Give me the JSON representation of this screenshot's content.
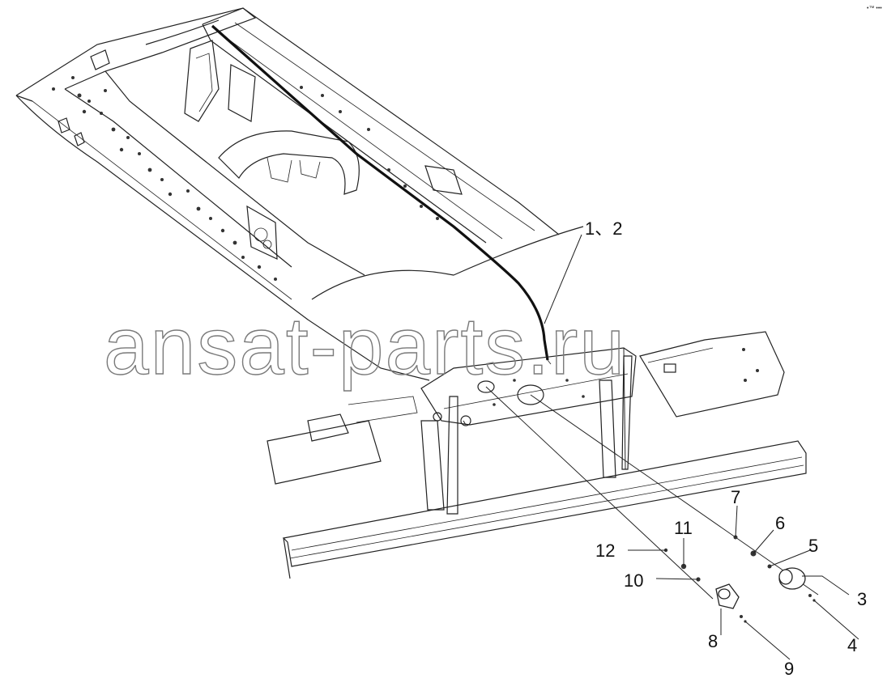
{
  "diagram": {
    "corner_mark": "•™ •••",
    "watermark": "ansat-parts.ru",
    "callouts": [
      {
        "id": "c1",
        "text": "1、2"
      },
      {
        "id": "c3",
        "text": "3"
      },
      {
        "id": "c4",
        "text": "4"
      },
      {
        "id": "c5",
        "text": "5"
      },
      {
        "id": "c6",
        "text": "6"
      },
      {
        "id": "c7",
        "text": "7"
      },
      {
        "id": "c8",
        "text": "8"
      },
      {
        "id": "c9",
        "text": "9"
      },
      {
        "id": "c10",
        "text": "10"
      },
      {
        "id": "c11",
        "text": "11"
      },
      {
        "id": "c12",
        "text": "12"
      }
    ]
  }
}
